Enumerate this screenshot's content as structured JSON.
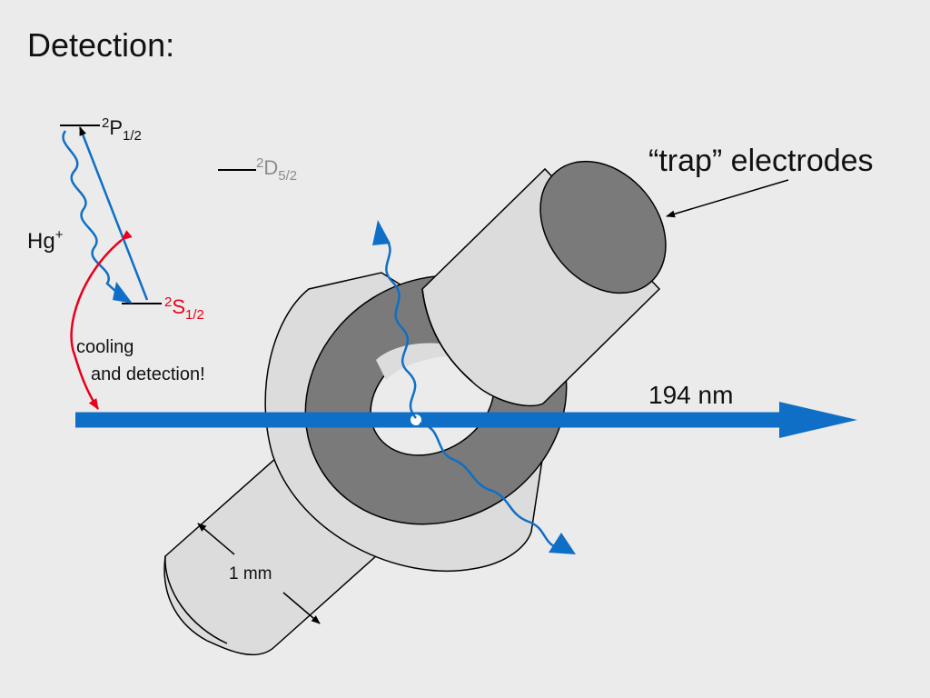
{
  "title": "Detection:",
  "levels": {
    "p": {
      "base": "P",
      "sup": "2",
      "sub": "1/2"
    },
    "d": {
      "base": "D",
      "sup": "2",
      "sub": "5/2"
    },
    "s": {
      "base": "S",
      "sup": "2",
      "sub": "1/2"
    }
  },
  "ion": {
    "base": "Hg",
    "sup": "+"
  },
  "cooling": {
    "line1": "cooling",
    "line2": "and detection!"
  },
  "electrodes_label": "“trap” electrodes",
  "laser_label": "194 nm",
  "scale_label": "1 mm",
  "colors": {
    "background": "#ebebeb",
    "laser": "#0f6fc6",
    "cooling_arrow": "#e8001c",
    "s_level": "#e8001c",
    "d_level": "#8c8c8c",
    "electrode_light": "#dcdcdc",
    "electrode_dark": "#7a7a7a"
  }
}
